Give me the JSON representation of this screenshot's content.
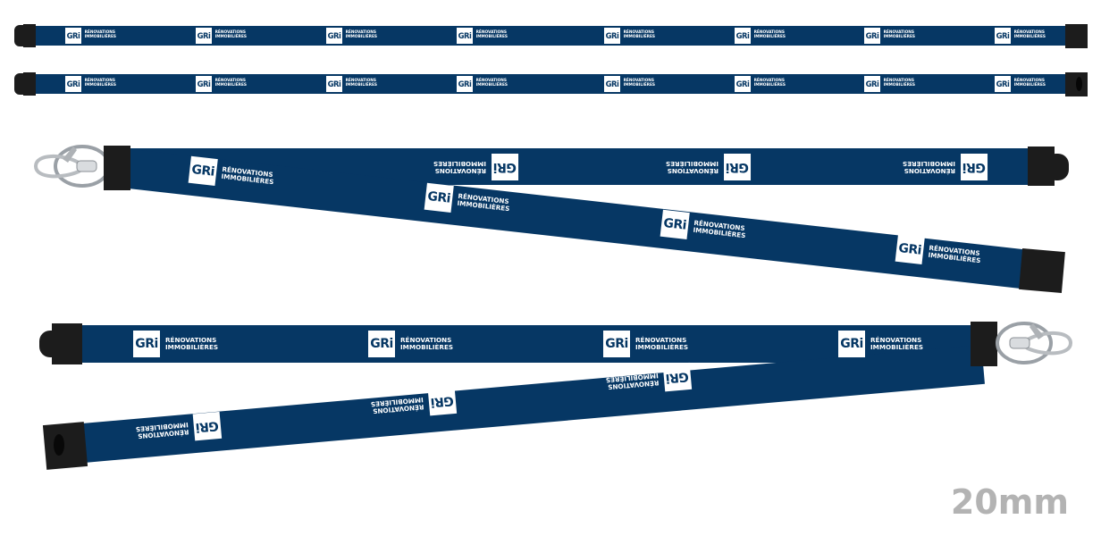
{
  "brand": {
    "mark": "GRi",
    "line1": "RÉNOVATIONS",
    "line2": "IMMOBILIÈRES",
    "strap_color": "#063764",
    "clip_color": "#1c1c1c"
  },
  "size_label": "20mm",
  "flat_straps": [
    {
      "logo_count": 8
    },
    {
      "logo_count": 8
    }
  ],
  "product_views": [
    "lanyard-top-view",
    "lanyard-bottom-view"
  ]
}
